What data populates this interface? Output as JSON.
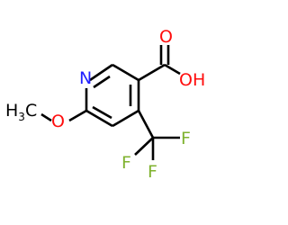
{
  "molecule": {
    "atoms": {
      "nitrogen": {
        "text": "N",
        "color": "#2020ff"
      },
      "hydroxyl": {
        "text": "OH",
        "color": "#ff0d0d"
      },
      "carbonyl_oxygen": {
        "text": "O",
        "color": "#ff0d0d"
      },
      "methoxy_oxygen": {
        "text": "O",
        "color": "#ff0d0d"
      },
      "methyl": {
        "text": "H",
        "sub": "3",
        "tail": "C",
        "color": "#000000"
      },
      "fluorine_1": {
        "text": "F",
        "color": "#7fb22e"
      },
      "fluorine_2": {
        "text": "F",
        "color": "#7fb22e"
      },
      "fluorine_3": {
        "text": "F",
        "color": "#7fb22e"
      }
    },
    "colors": {
      "bond": "#000000",
      "background": "#ffffff"
    }
  }
}
